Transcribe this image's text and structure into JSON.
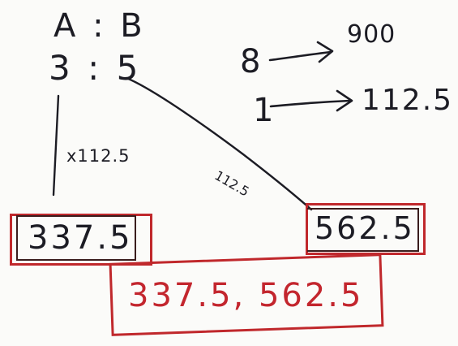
{
  "ratio": {
    "header": "A : B",
    "values": "3 : 5"
  },
  "scaling": {
    "total_parts": "8",
    "total_value": "900",
    "unit_parts": "1",
    "unit_value": "112.5"
  },
  "annotations": {
    "left_multiplier": "x112.5",
    "diagonal_multiplier": "112.5"
  },
  "results": {
    "a_value": "337.5",
    "b_value": "562.5",
    "final_answer": "337.5, 562.5"
  },
  "colors": {
    "ink": "#1c1c24",
    "red_ink": "#c3262e",
    "box_red": "#c0282c"
  }
}
